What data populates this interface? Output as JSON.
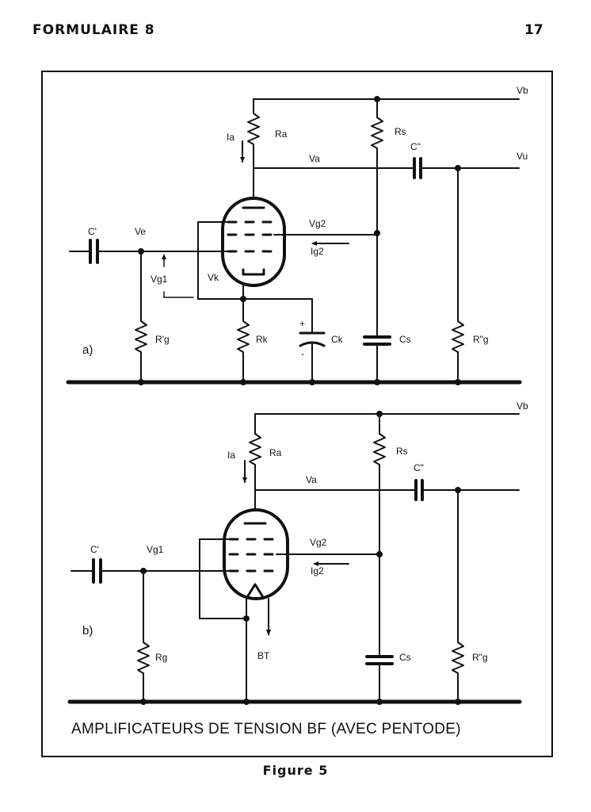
{
  "header": {
    "left": "FORMULAIRE 8",
    "right": "17"
  },
  "caption": "AMPLIFICATEURS DE TENSION BF (AVEC PENTODE)",
  "figure_label": "Figure 5",
  "circuit_a": {
    "tag": "a)",
    "labels": {
      "vb": "Vb",
      "ia": "Ia",
      "ra": "Ra",
      "rs": "Rs",
      "va": "Va",
      "c2": "C\"",
      "vu": "Vu",
      "c1": "C'",
      "ve": "Ve",
      "vg2": "Vg2",
      "ig2": "Ig2",
      "vg1": "Vg1",
      "vk": "Vk",
      "plus": "+",
      "minus": "-",
      "rg1": "R'g",
      "rk": "Rk",
      "ck": "Ck",
      "cs": "Cs",
      "rg2": "R\"g"
    }
  },
  "circuit_b": {
    "tag": "b)",
    "labels": {
      "vb": "Vb",
      "ia": "Ia",
      "ra": "Ra",
      "rs": "Rs",
      "va": "Va",
      "c2": "C\"",
      "c1": "C'",
      "vg1": "Vg1",
      "vg2": "Vg2",
      "ig2": "Ig2",
      "rg": "Rg",
      "bt": "BT",
      "cs": "Cs",
      "rg2": "R\"g"
    }
  }
}
